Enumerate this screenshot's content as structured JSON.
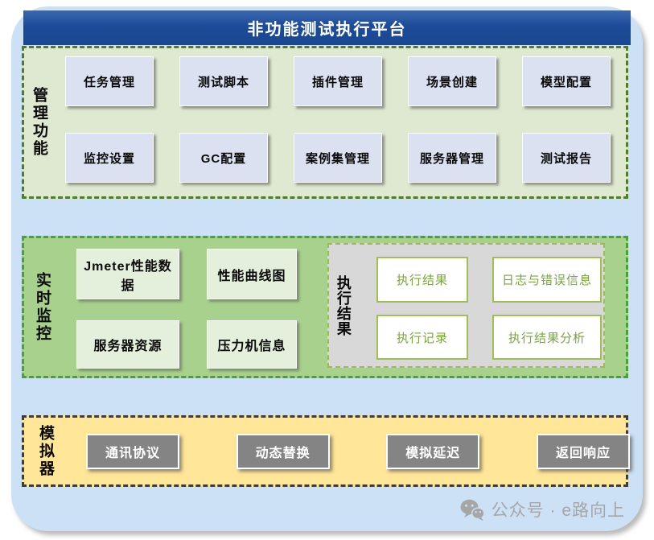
{
  "title": "非功能测试执行平台",
  "sections": {
    "management": {
      "label": "管理功能",
      "rows": [
        [
          "任务管理",
          "测试脚本",
          "插件管理",
          "场景创建",
          "模型配置"
        ],
        [
          "监控设置",
          "GC配置",
          "案例集管理",
          "服务器管理",
          "测试报告"
        ]
      ]
    },
    "monitoring": {
      "label": "实时监控",
      "buttons": [
        "Jmeter性能数据",
        "性能曲线图",
        "服务器资源",
        "压力机信息"
      ],
      "results": {
        "label": "执行结果",
        "buttons": [
          "执行结果",
          "日志与错误信息",
          "执行记录",
          "执行结果分析"
        ]
      }
    },
    "simulator": {
      "label": "模拟器",
      "buttons": [
        "通讯协议",
        "动态替换",
        "模拟延迟",
        "返回响应"
      ]
    }
  },
  "watermark": {
    "icon": "wechat-icon",
    "text": "公众号 · e路向上"
  },
  "colors": {
    "frame_bg": "#cce1f6",
    "header_bg": "#1d4b97",
    "management_bg": "#dfe9d1",
    "management_border": "#4e7b2d",
    "management_node_bg": "#dce1f2",
    "monitoring_bg": "#a9d18e",
    "monitoring_border": "#4aa13c",
    "monitoring_node_bg": "#e4f0dc",
    "results_bg": "#d8d8d8",
    "results_border": "#9fba55",
    "results_node_border": "#a0bd59",
    "results_node_text": "#7ba43f",
    "simulator_bg": "#ffe699",
    "simulator_border": "#3d3d3d",
    "simulator_node_bg": "#848484",
    "watermark_text": "#a6a6a6"
  }
}
